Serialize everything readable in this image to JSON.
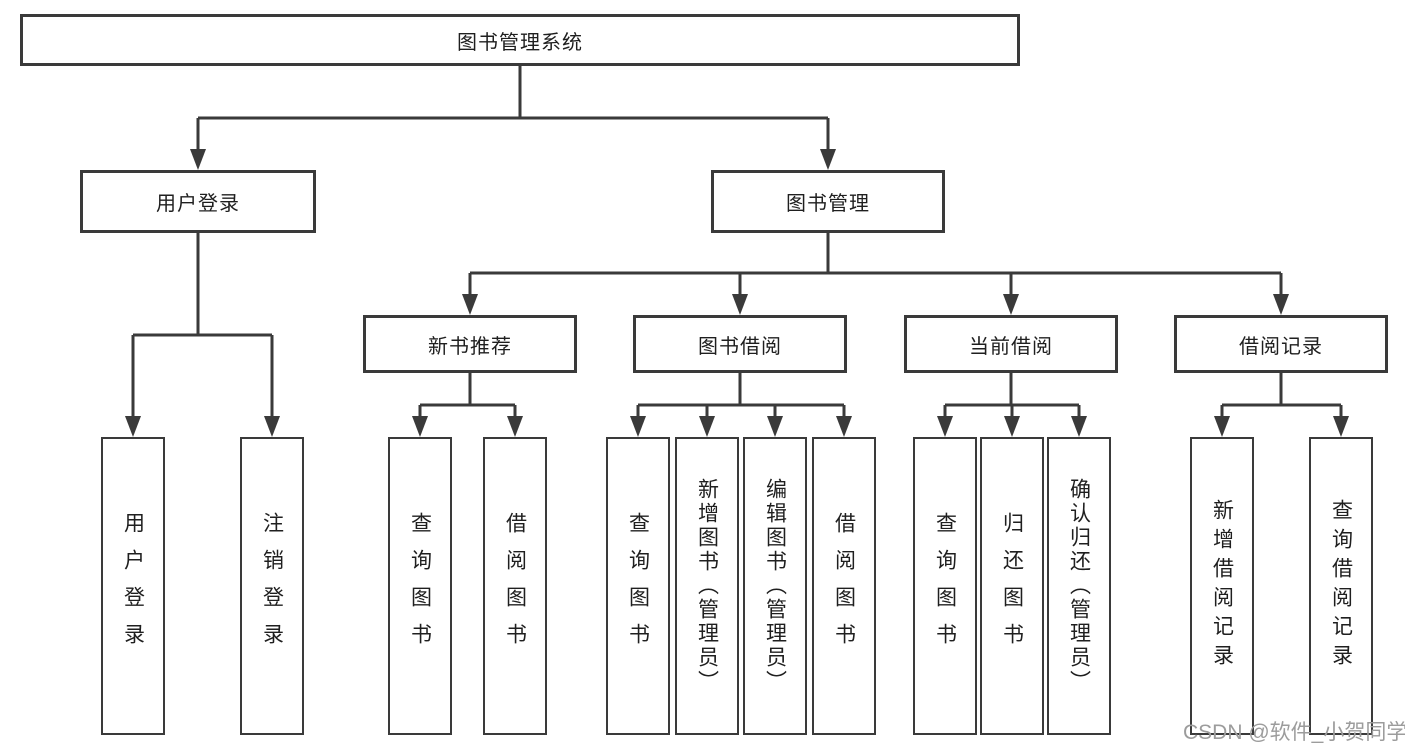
{
  "tree": {
    "label": "图书管理系统",
    "children": [
      {
        "label": "用户登录",
        "children": [
          {
            "label": "用户登录"
          },
          {
            "label": "注销登录"
          }
        ]
      },
      {
        "label": "图书管理",
        "children": [
          {
            "label": "新书推荐",
            "children": [
              {
                "label": "查询图书"
              },
              {
                "label": "借阅图书"
              }
            ]
          },
          {
            "label": "图书借阅",
            "children": [
              {
                "label": "查询图书"
              },
              {
                "label": "新增图书（管理员）"
              },
              {
                "label": "编辑图书（管理员）"
              },
              {
                "label": "借阅图书"
              }
            ]
          },
          {
            "label": "当前借阅",
            "children": [
              {
                "label": "查询图书"
              },
              {
                "label": "归还图书"
              },
              {
                "label": "确认归还（管理员）"
              }
            ]
          },
          {
            "label": "借阅记录",
            "children": [
              {
                "label": "新增借阅记录"
              },
              {
                "label": "查询借阅记录"
              }
            ]
          }
        ]
      }
    ]
  },
  "watermark": "CSDN @软件_小贺同学",
  "colors": {
    "line": "#3a3a3a",
    "text": "#1f1f1f",
    "watermark": "#9c9c9c",
    "background": "#ffffff"
  }
}
